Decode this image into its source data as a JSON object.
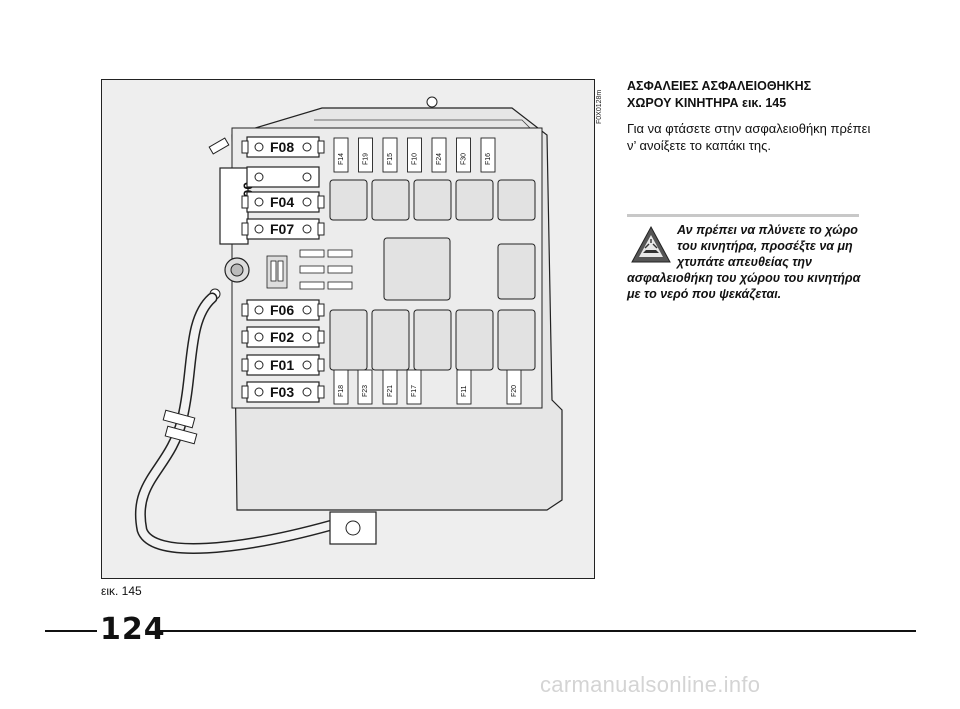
{
  "figure": {
    "code": "F0X0128m",
    "caption": "εικ. 145",
    "big_fuses": [
      "F08",
      "F04",
      "F07",
      "F06",
      "F02",
      "F01",
      "F03"
    ],
    "side_fuse": "F00",
    "top_slots": [
      "F14",
      "F19",
      "F15",
      "F10",
      "F24",
      "F30",
      "F16"
    ],
    "bottom_slots": [
      "F18",
      "F23",
      "F21",
      "F17",
      "F11",
      "F20"
    ]
  },
  "page_number": "124",
  "section": {
    "title_line1": "ΑΣΦΑΛΕΙΕΣ ΑΣΦΑΛΕΙΟΘΗΚΗΣ",
    "title_line2": "ΧΩΡΟΥ ΚΙΝΗΤΗΡΑ εικ. 145",
    "body": "Για να φτάσετε στην ασφαλειοθήκη πρέπει ν’ ανοίξετε το καπάκι της."
  },
  "warning": {
    "icon": "warning-triangle-icon",
    "text": "Αν πρέπει να πλύνετε το χώρο του κινητήρα, προσέξτε να μη χτυπάτε απευθείας την ασφαλειοθήκη του χώρου του κινητήρα με το νερό που ψεκάζεται."
  },
  "watermark": "carmanualsonline.info"
}
